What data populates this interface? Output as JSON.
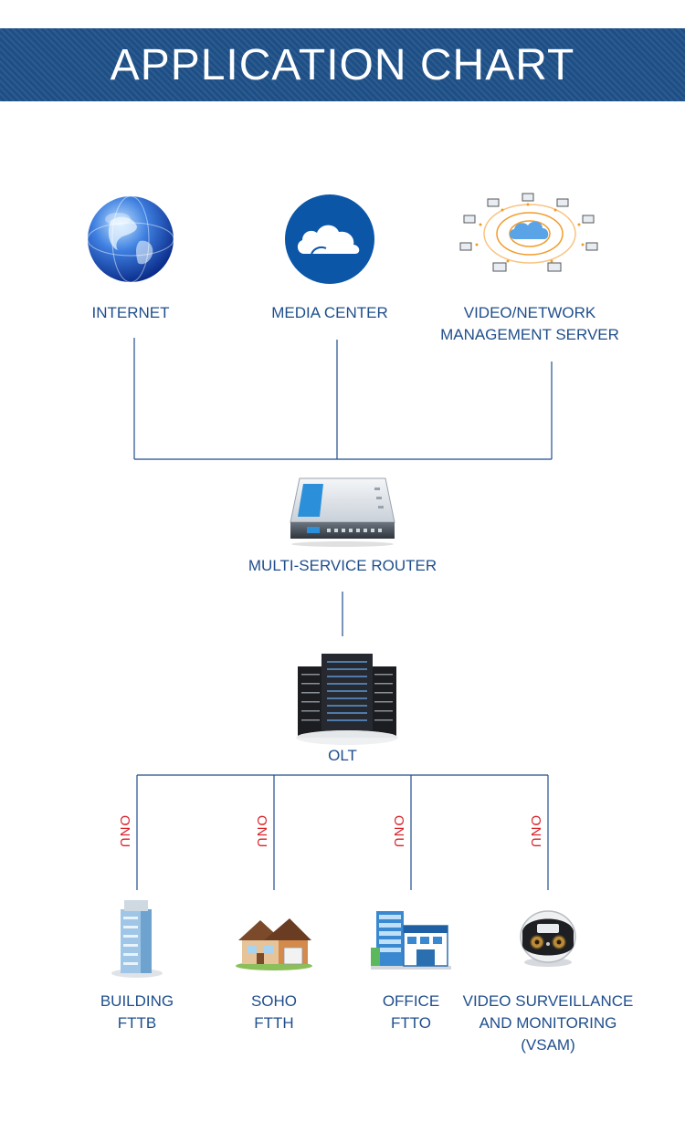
{
  "banner": {
    "title": "APPLICATION CHART"
  },
  "top_nodes": [
    {
      "label": "INTERNET",
      "icon": "globe-icon"
    },
    {
      "label": "MEDIA CENTER",
      "icon": "cloud-icon"
    },
    {
      "label_line1": "VIDEO/NETWORK",
      "label_line2": "MANAGEMENT SERVER",
      "icon": "network-cloud-icon"
    }
  ],
  "router": {
    "label": "MULTI-SERVICE ROUTER",
    "icon": "router-icon"
  },
  "olt": {
    "label": "OLT",
    "icon": "server-rack-icon"
  },
  "onu_label": "ONU",
  "bottom_nodes": [
    {
      "line1": "BUILDING",
      "line2": "FTTB",
      "icon": "building-icon"
    },
    {
      "line1": "SOHO",
      "line2": "FTTH",
      "icon": "house-icon"
    },
    {
      "line1": "OFFICE",
      "line2": "FTTO",
      "icon": "office-icon"
    },
    {
      "line1": "VIDEO SURVEILLANCE",
      "line2": "AND MONITORING",
      "line3": "(VSAM)",
      "icon": "camera-icon"
    }
  ],
  "colors": {
    "banner": "#1d4f86",
    "label": "#1f4e8c",
    "onu": "#d9222a",
    "line": "#1f4e8c"
  }
}
